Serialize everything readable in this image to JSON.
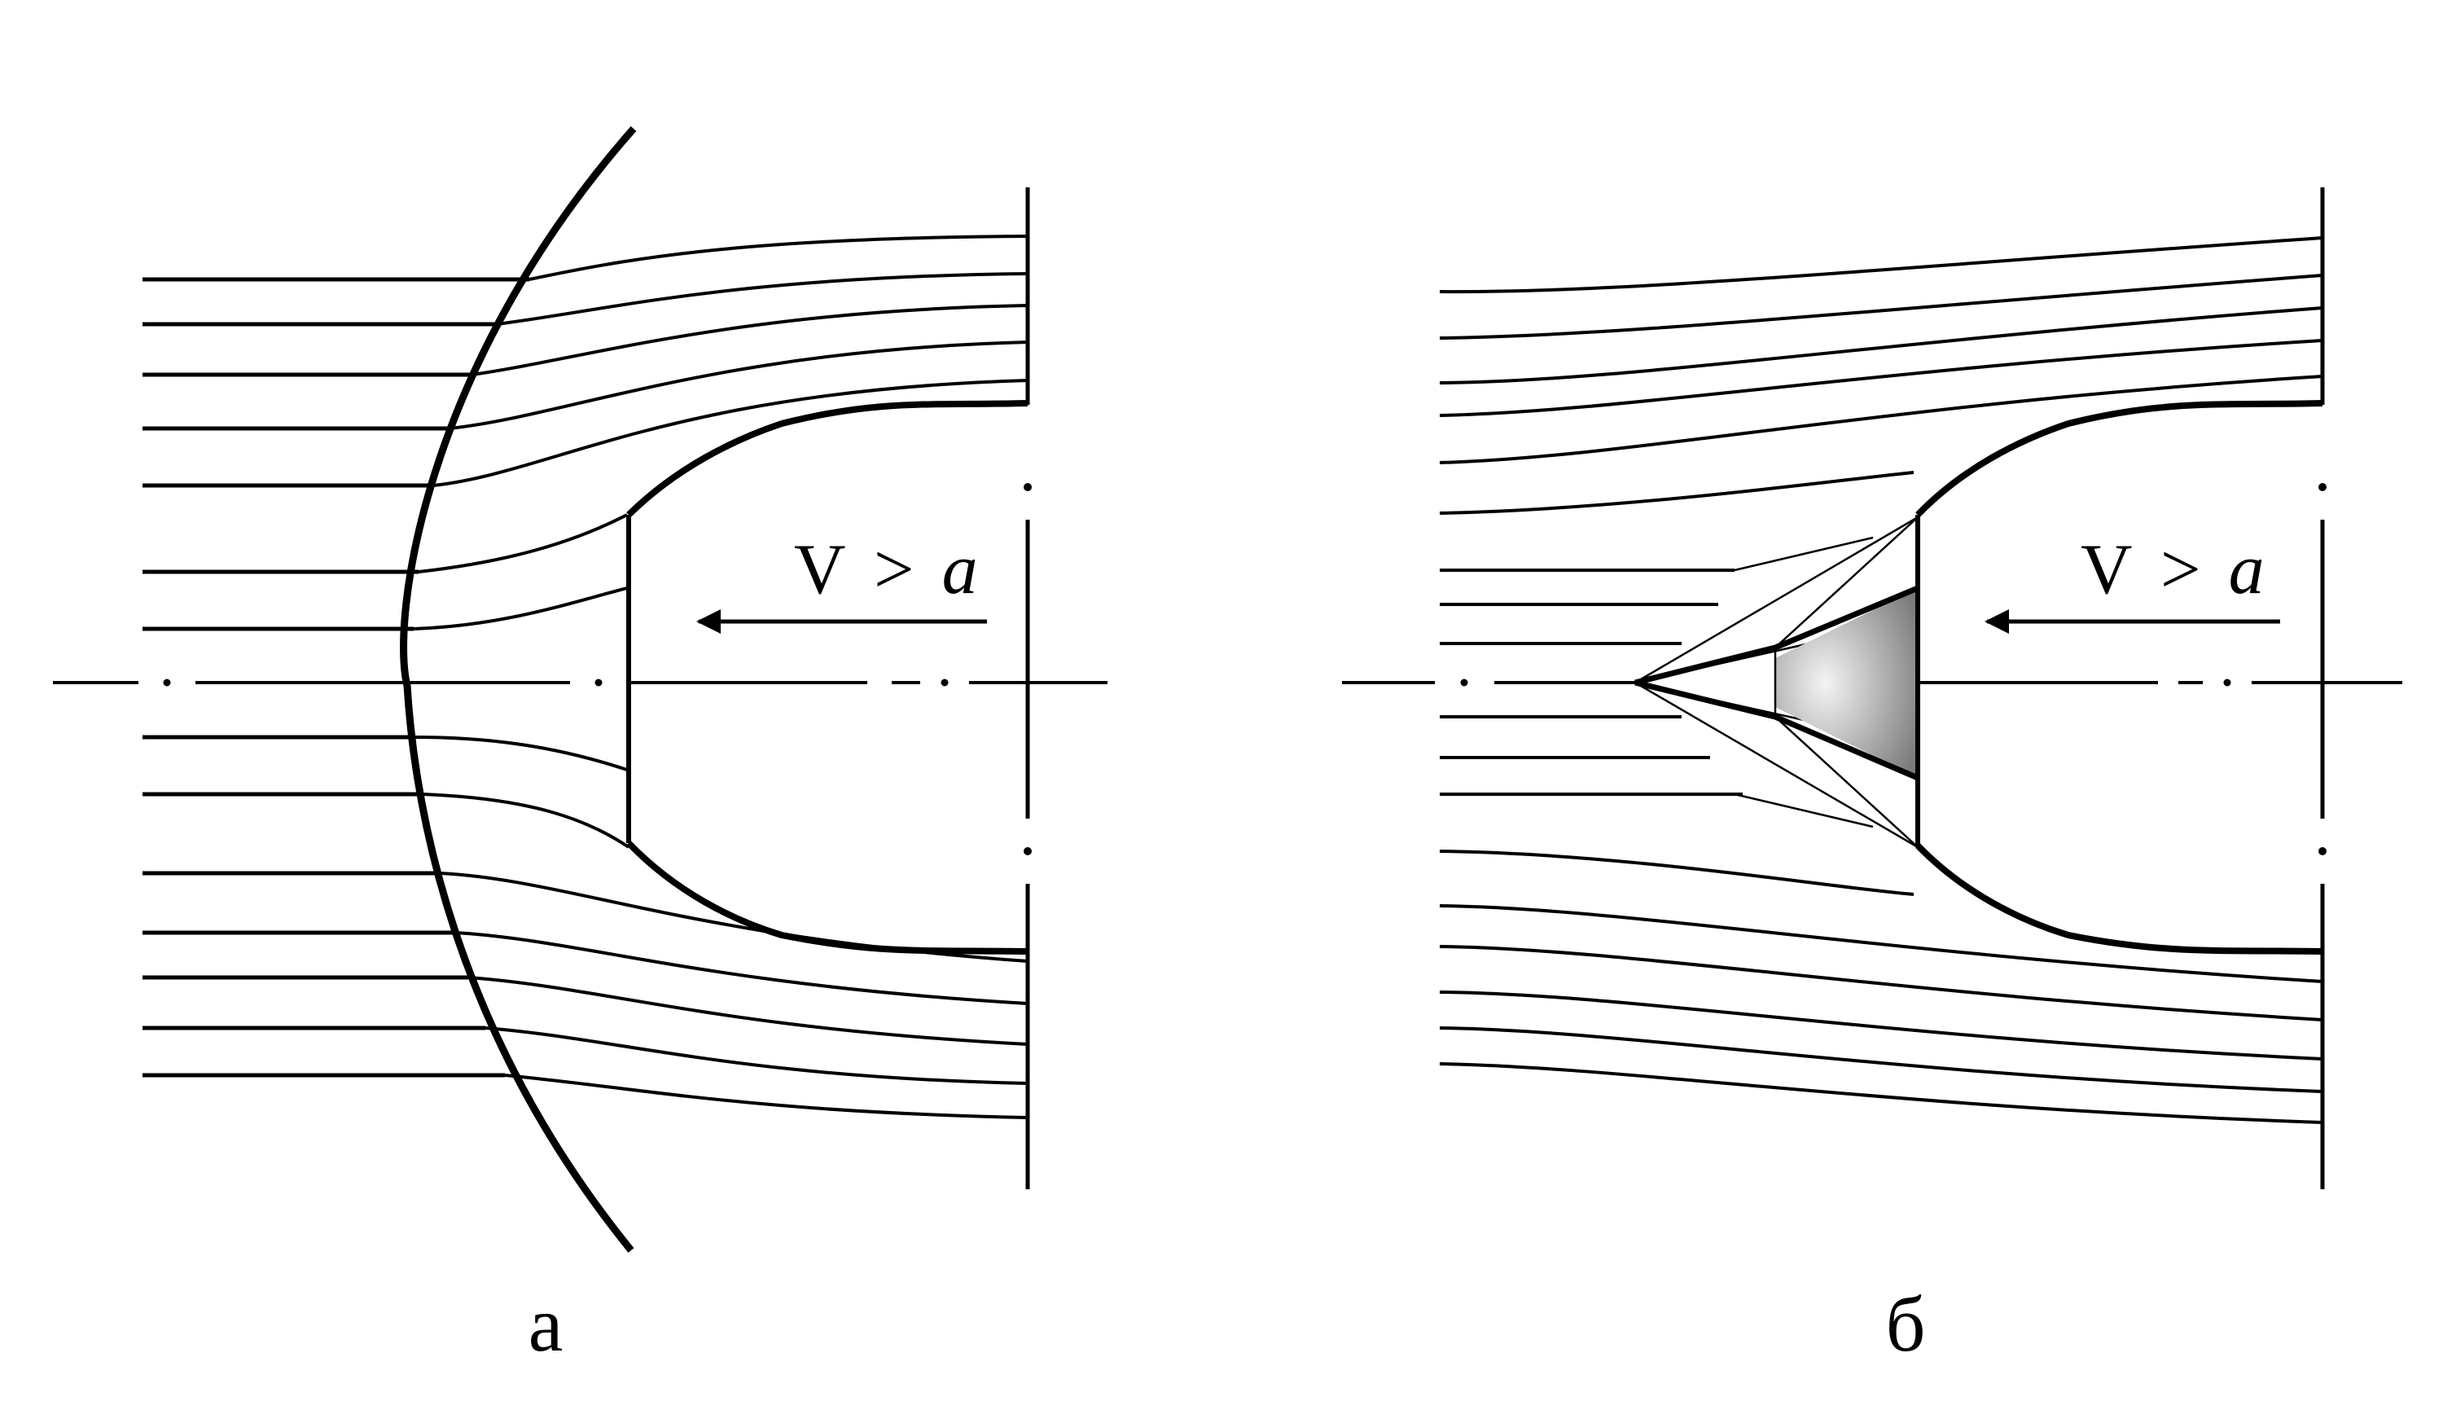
{
  "panels": [
    {
      "id": "a",
      "caption": "а",
      "velocity": {
        "symbol": "V",
        "relation": ">",
        "sound_speed": "a"
      }
    },
    {
      "id": "b",
      "caption": "б",
      "velocity": {
        "symbol": "V",
        "relation": ">",
        "sound_speed": "a"
      }
    }
  ],
  "colors": {
    "ink": "#000000",
    "cone_fill_light": "#f4f4f4",
    "cone_fill_dark": "#7a7a7a"
  }
}
